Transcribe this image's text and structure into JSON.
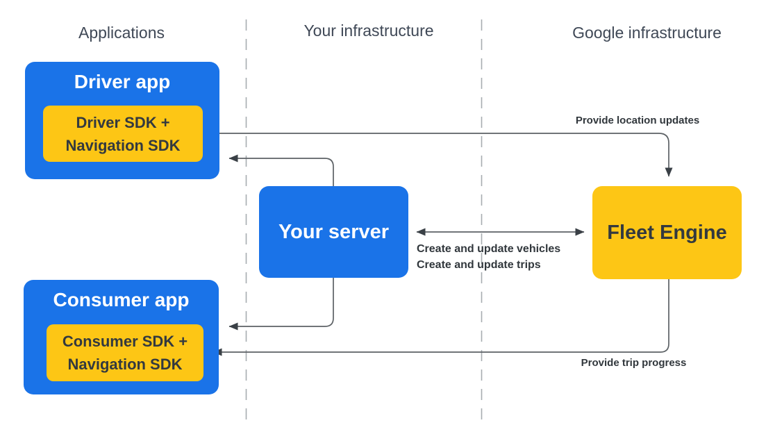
{
  "columns": {
    "applications": "Applications",
    "your_infrastructure": "Your infrastructure",
    "google_infrastructure": "Google infrastructure"
  },
  "nodes": {
    "driver_app": {
      "title": "Driver app",
      "sdk_line1": "Driver SDK +",
      "sdk_line2": "Navigation SDK"
    },
    "your_server": {
      "title": "Your server"
    },
    "consumer_app": {
      "title": "Consumer app",
      "sdk_line1": "Consumer SDK +",
      "sdk_line2": "Navigation SDK"
    },
    "fleet_engine": {
      "title": "Fleet Engine"
    }
  },
  "edge_labels": {
    "provide_location_updates": "Provide location updates",
    "create_and_update_line1": "Create and update vehicles",
    "create_and_update_line2": "Create and update trips",
    "provide_trip_progress": "Provide trip progress"
  },
  "colors": {
    "node_blue": "#1a73e8",
    "node_yellow": "#fdc615",
    "wire_gray": "#5c6165",
    "arrowhead_dark": "#3a4046",
    "divider_gray": "#a7acb0",
    "header_text": "#3f4856",
    "dark_text": "#31373c",
    "white_text": "#ffffff"
  }
}
